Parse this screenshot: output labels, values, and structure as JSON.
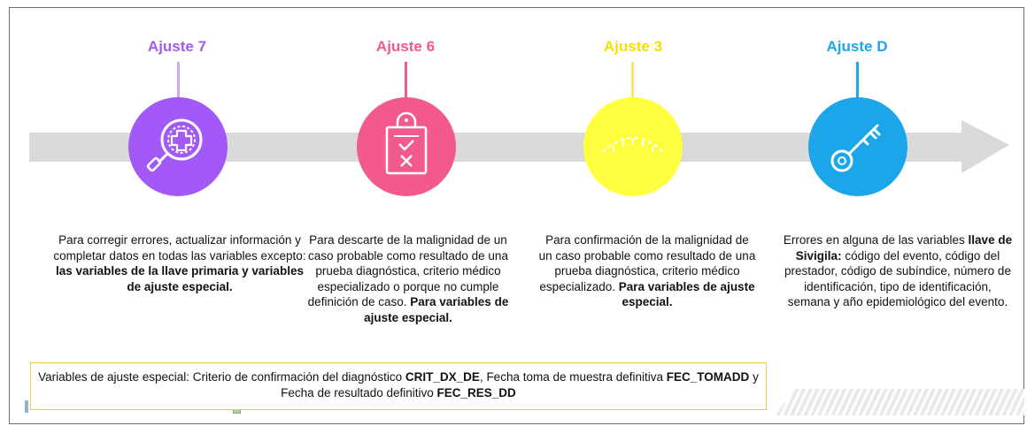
{
  "steps": [
    {
      "title": "Ajuste 7",
      "color": "#a259f7",
      "icon": "magnifier-medical-cross-icon",
      "desc_plain": "Para corregir errores, actualizar información y completar datos en todas las variables excepto: ",
      "desc_bold": "las variables de la llave primaria y variables de ajuste especial."
    },
    {
      "title": "Ajuste 6",
      "color": "#f25a8e",
      "icon": "clipboard-check-x-icon",
      "desc_plain": "Para descarte de la malignidad de un caso probable como resultado de una prueba diagnóstica, criterio médico especializado o porque no cumple definición de caso. ",
      "desc_bold": "Para variables de ajuste especial."
    },
    {
      "title": "Ajuste 3",
      "color": "#ffff40",
      "icon": "dotted-arc-icon",
      "desc_plain": "Para confirmación de la malignidad de un caso probable como resultado de una prueba diagnóstica, criterio médico especializado. ",
      "desc_bold": "Para variables de ajuste especial."
    },
    {
      "title": "Ajuste D",
      "color": "#1aa6e8",
      "icon": "key-icon",
      "desc_plain_1": "Errores en alguna de las variables ",
      "desc_bold": "llave de Sivigila:",
      "desc_plain_2": " código del evento, código del prestador, código de subíndice, número de identificación, tipo de identificación, semana y año epidemiológico del evento."
    }
  ],
  "note": {
    "text_1": "Variables de ajuste especial: Criterio de confirmación del diagnóstico ",
    "bold_1": "CRIT_DX_DE",
    "text_2": ", Fecha toma de muestra definitiva ",
    "bold_2": "FEC_TOMADD",
    "text_3": " y Fecha de resultado definitivo ",
    "bold_3": "FEC_RES_DD"
  }
}
